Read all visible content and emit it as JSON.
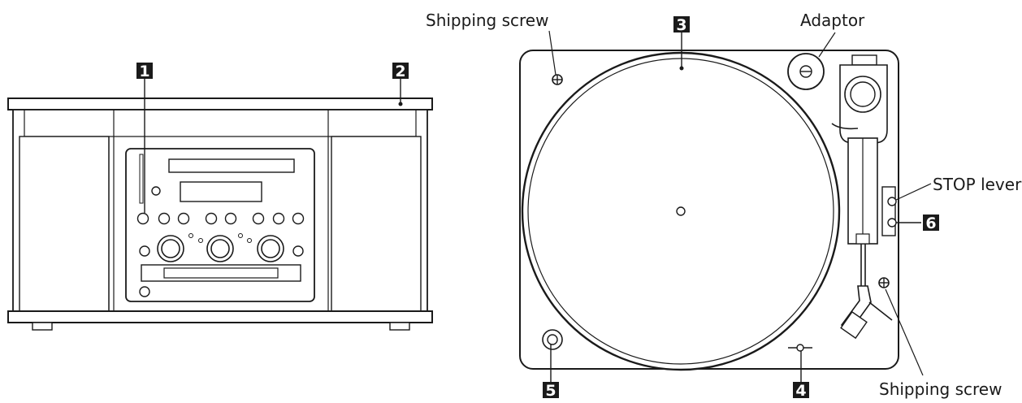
{
  "callouts": {
    "one": "1",
    "two": "2",
    "three": "3",
    "four": "4",
    "five": "5",
    "six": "6"
  },
  "labels": {
    "shipping_screw_top": "Shipping screw",
    "adaptor": "Adaptor",
    "stop_lever": "STOP lever",
    "shipping_screw_bottom": "Shipping screw"
  }
}
